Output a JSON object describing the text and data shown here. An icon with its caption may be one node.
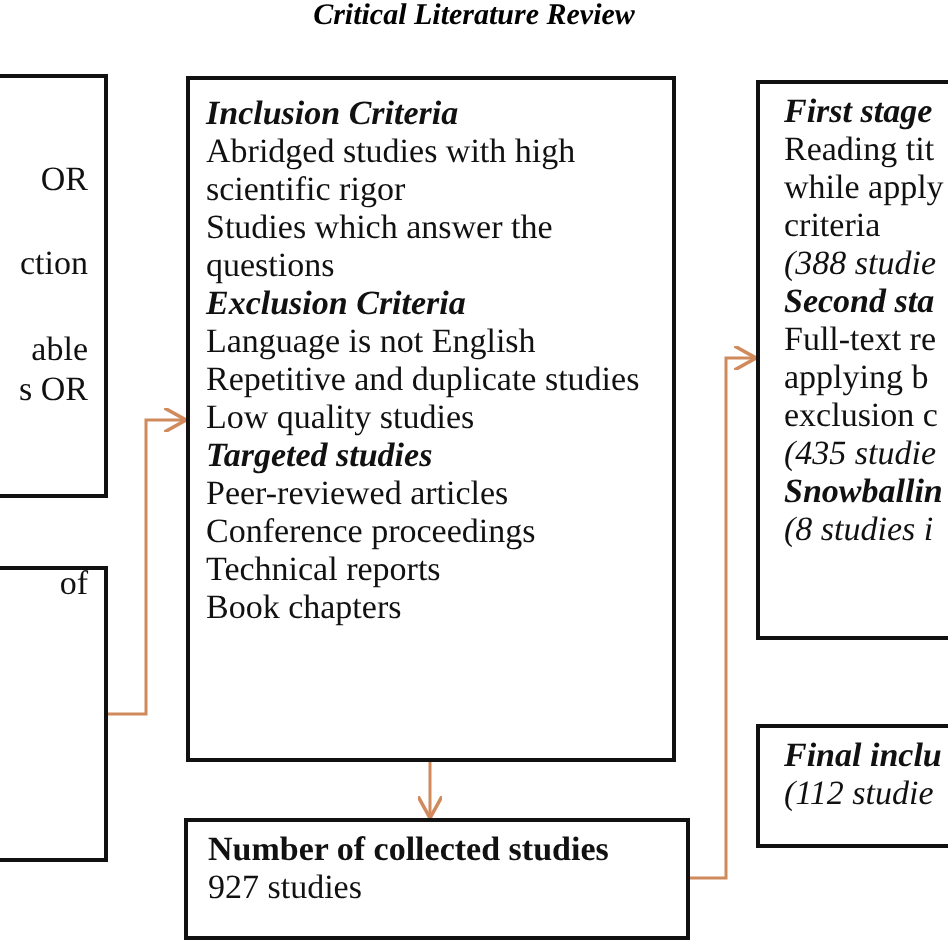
{
  "diagram": {
    "title": "Critical Literature Review",
    "nodes": [
      {
        "text": [
          "OR",
          "ction",
          "able",
          "s OR"
        ]
      },
      {
        "text": [
          "of"
        ]
      },
      {
        "text": [
          "Inclusion Criteria",
          "Abridged studies with high scientific rigor",
          "Studies which answer the questions",
          "Exclusion Criteria",
          "Language is not English",
          "Repetitive and duplicate studies",
          "Low quality studies",
          "Targeted studies",
          "Peer-reviewed articles",
          "Conference proceedings",
          "Technical reports",
          "Book chapters"
        ]
      },
      {
        "text": [
          "**Number of collected studies** 927 studies"
        ]
      },
      {
        "text": [
          "First stage",
          "Reading tit",
          "while apply",
          "criteria",
          "(388 studie",
          "Second sta",
          "Full-text re",
          "applying b",
          "exclusion c",
          "(435 studie",
          "Snowballin",
          "(8 studies i"
        ]
      },
      {
        "text": [
          "Final inclu",
          "(112 studie"
        ]
      }
    ],
    "edges": [
      {
        "from": 1,
        "to": 2,
        "arrow": "to"
      },
      {
        "from": 2,
        "to": 3,
        "arrow": "to"
      },
      {
        "from": 3,
        "to": 4,
        "arrow": "to"
      }
    ]
  }
}
